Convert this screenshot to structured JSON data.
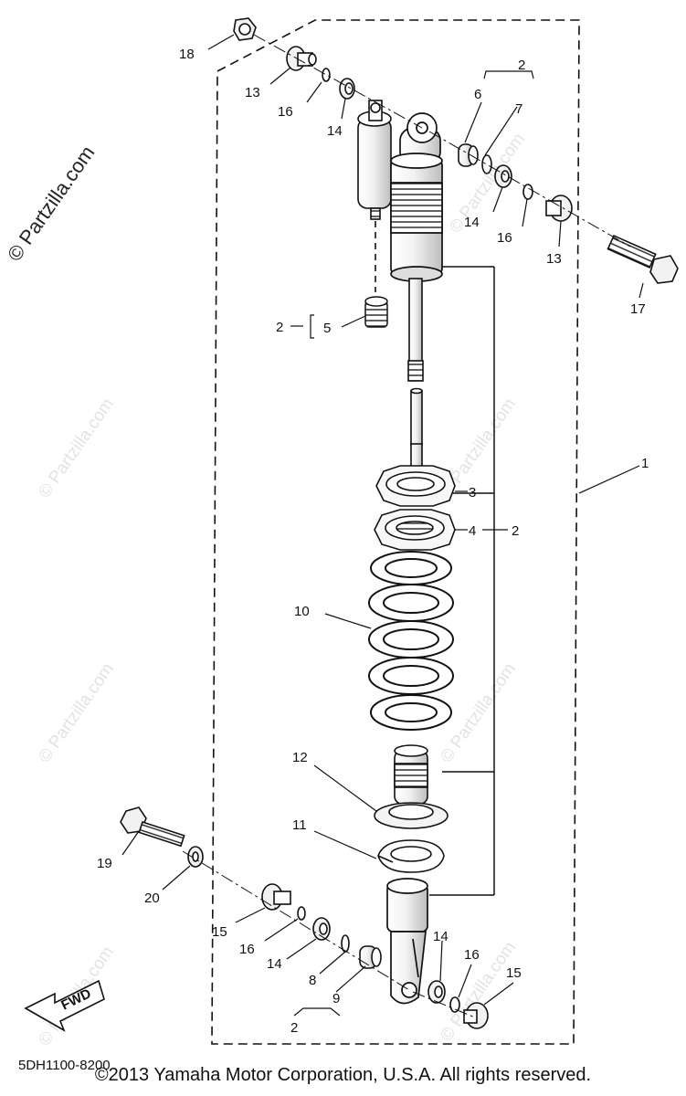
{
  "diagram": {
    "reference_code": "5DH1100-8200",
    "copyright": "©2013 Yamaha Motor Corporation, U.S.A. All rights reserved.",
    "watermark": "© Partzilla.com",
    "fwd_label": "FWD",
    "callouts": {
      "c1": "1",
      "c2a": "2",
      "c2b": "2",
      "c2c": "2",
      "c2d": "2",
      "c3": "3",
      "c4": "4",
      "c5": "5",
      "c6": "6",
      "c7": "7",
      "c8": "8",
      "c9": "9",
      "c10": "10",
      "c11": "11",
      "c12": "12",
      "c13a": "13",
      "c13b": "13",
      "c14a": "14",
      "c14b": "14",
      "c14c": "14",
      "c14d": "14",
      "c15a": "15",
      "c15b": "15",
      "c16a": "16",
      "c16b": "16",
      "c16c": "16",
      "c16d": "16",
      "c17": "17",
      "c18": "18",
      "c19": "19",
      "c20": "20"
    }
  }
}
